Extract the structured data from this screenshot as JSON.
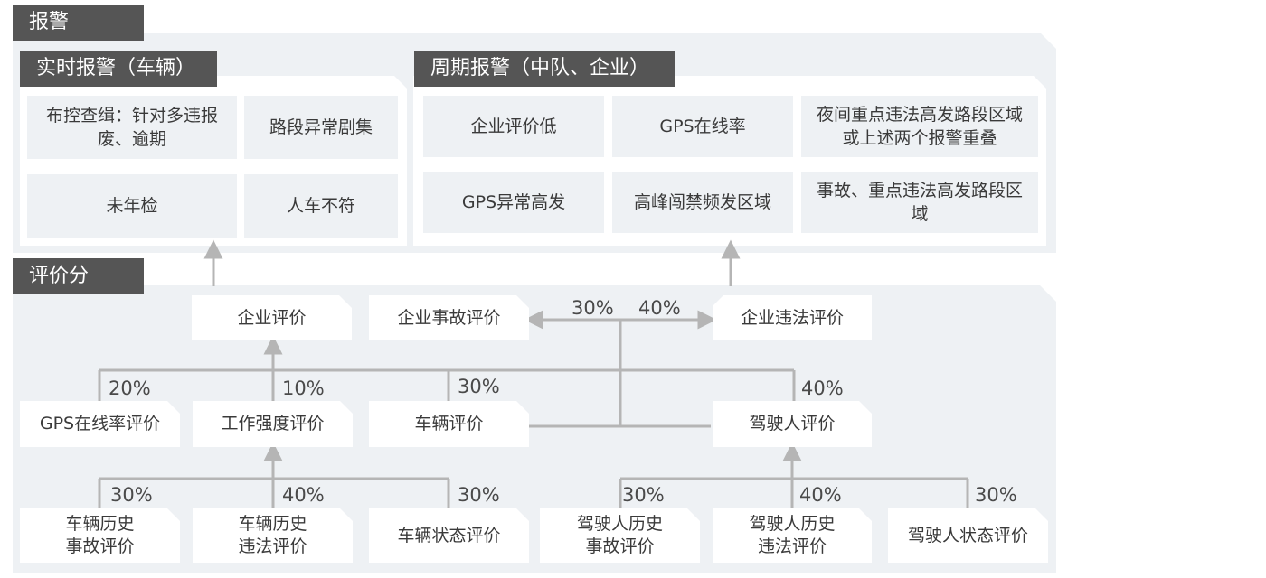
{
  "sections": {
    "alarm": "报警",
    "realtime": "实时报警（车辆）",
    "periodic": "周期报警（中队、企业）",
    "score": "评价分"
  },
  "realtime_cells": [
    "布控查缉：针对多违报废、逾期",
    "路段异常剧集",
    "未年检",
    "人车不符"
  ],
  "periodic_cells": [
    "企业评价低",
    "GPS在线率",
    "夜间重点违法高发路段区域或上述两个报警重叠",
    "GPS异常高发",
    "高峰闯禁频发区域",
    "事故、重点违法高发路段区域"
  ],
  "nodes": {
    "enterprise_eval": "企业评价",
    "enterprise_accident": "企业事故评价",
    "enterprise_violation": "企业违法评价",
    "gps_online_eval": "GPS在线率评价",
    "work_intensity": "工作强度评价",
    "vehicle_eval": "车辆评价",
    "driver_eval": "驾驶人评价",
    "vehicle_hist_accident": "车辆历史\n事故评价",
    "vehicle_hist_violation": "车辆历史\n违法评价",
    "vehicle_status": "车辆状态评价",
    "driver_hist_accident": "驾驶人历史\n事故评价",
    "driver_hist_violation": "驾驶人历史\n违法评价",
    "driver_status": "驾驶人状态评价"
  },
  "weights": {
    "accident_w": "30%",
    "violation_w": "40%",
    "gps_w": "20%",
    "work_w": "10%",
    "vehicle_w": "30%",
    "driver_w": "40%",
    "veh_hist_acc_w": "30%",
    "veh_hist_vio_w": "40%",
    "veh_status_w": "30%",
    "drv_hist_acc_w": "30%",
    "drv_hist_vio_w": "40%",
    "drv_status_w": "30%"
  },
  "colors": {
    "label_bg": "#555555",
    "panel_bg": "#eef1f4",
    "line": "#b5b5b5"
  }
}
